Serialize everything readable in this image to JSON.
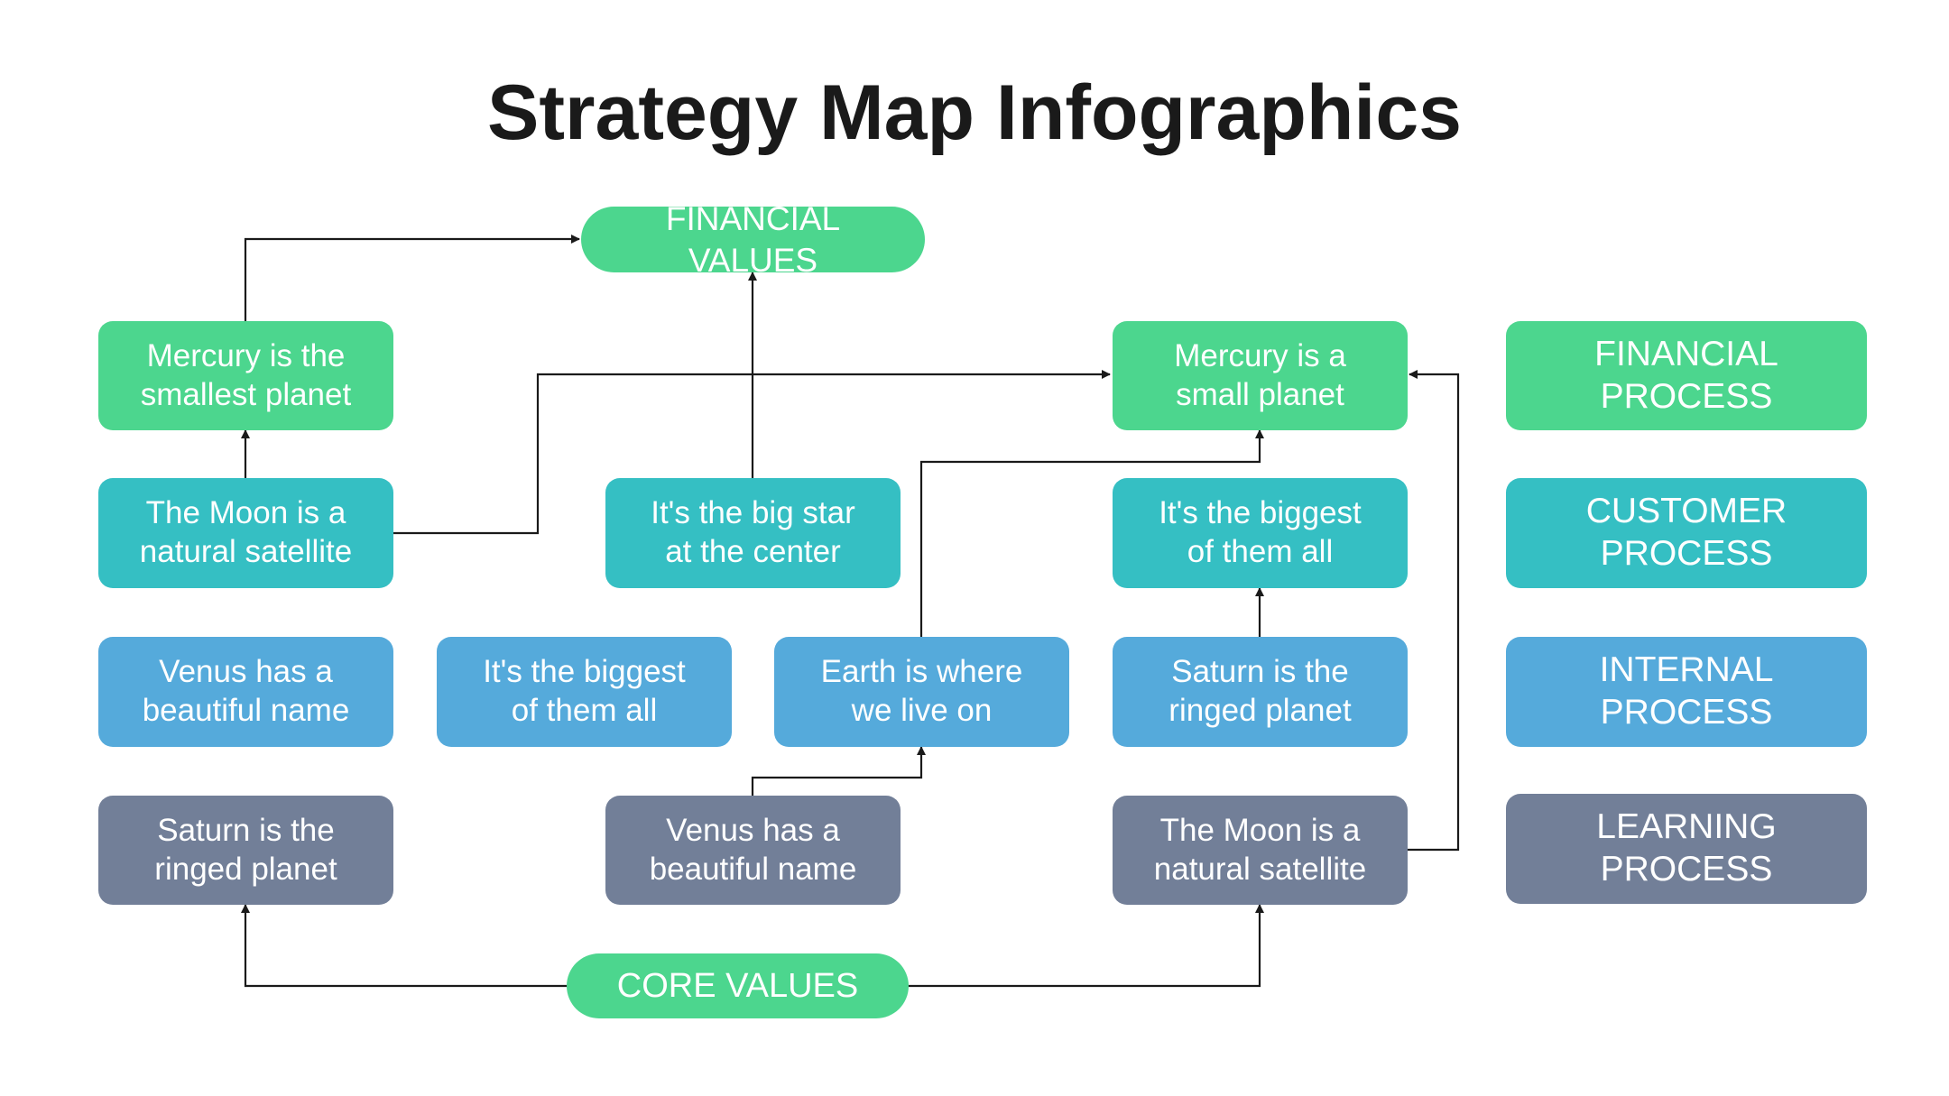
{
  "title": "Strategy Map Infographics",
  "colors": {
    "financial": "#4cd68e",
    "customer": "#35bfc3",
    "internal": "#55aadb",
    "learning": "#727f98",
    "connector": "#1a1a1a"
  },
  "top_pill": "FINANCIAL\nVALUES",
  "bottom_pill": "CORE VALUES",
  "nodes": {
    "fin_left": "Mercury is the\nsmallest planet",
    "fin_right": "Mercury is a\nsmall planet",
    "cust_left": "The Moon is a\nnatural satellite",
    "cust_center": "It's the big star\nat the center",
    "cust_right": "It's the biggest\nof them all",
    "int_1": "Venus has a\nbeautiful name",
    "int_2": "It's the biggest\nof them all",
    "int_3": "Earth is where\nwe live on",
    "int_4": "Saturn is the\nringed planet",
    "learn_left": "Saturn is the\nringed planet",
    "learn_center": "Venus has a\nbeautiful name",
    "learn_right": "The Moon is a\nnatural satellite"
  },
  "legend": {
    "financial": "FINANCIAL\nPROCESS",
    "customer": "CUSTOMER\nPROCESS",
    "internal": "INTERNAL\nPROCESS",
    "learning": "LEARNING\nPROCESS"
  }
}
